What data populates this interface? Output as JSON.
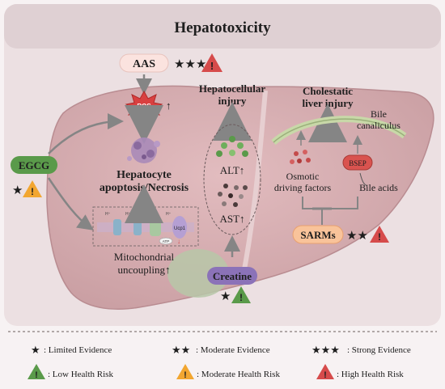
{
  "title": "Hepatotoxicity",
  "aas": {
    "label": "AAS",
    "stars": "★★★",
    "risk": "!"
  },
  "ros": {
    "label": "ROS",
    "arrow": "↑"
  },
  "apoptosis": {
    "line1": "Hepatocyte",
    "line2": "apoptosis/Necrosis"
  },
  "egcg": {
    "label": "EGCG",
    "stars": "★",
    "risk": "!"
  },
  "mito": {
    "line1": "Mitochondrial",
    "line2": "uncoupling↑",
    "ucp_label": "Ucp1",
    "h_label": "H⁺",
    "atp_label": "ATP"
  },
  "hepatocellular": {
    "line1": "Hepatocellular",
    "line2": "injury"
  },
  "alt": "ALT↑",
  "ast": "AST↑",
  "creatine": {
    "label": "Creatine",
    "stars": "★",
    "risk": "!"
  },
  "cholestatic": {
    "line1": "Cholestatic",
    "line2": "liver injury"
  },
  "bile_canaliculus": {
    "line1": "Bile",
    "line2": "canaliculus"
  },
  "osmotic": {
    "line1": "Osmotic",
    "line2": "driving factors"
  },
  "bsep": "BSEP",
  "bile_acids": "Bile acids",
  "sarms": {
    "label": "SARMs",
    "stars": "★★",
    "risk": "!"
  },
  "legend": {
    "limited": {
      "stars": "★",
      "text": ": Limited Evidence"
    },
    "moderate": {
      "stars": "★★",
      "text": ": Moderate Evidence"
    },
    "strong": {
      "stars": "★★★",
      "text": ": Strong Evidence"
    },
    "low_risk": {
      "symbol": "!",
      "text": ": Low Health Risk"
    },
    "moderate_risk": {
      "symbol": "!",
      "text": ": Moderate Health Risk"
    },
    "high_risk": {
      "symbol": "!",
      "text": ": High Health Risk"
    }
  },
  "colors": {
    "liver": "#d9b0b3",
    "liver_dark": "#c79da1",
    "panel": "#eee2e4",
    "green": "#5a9a4a",
    "orange": "#f2a630",
    "red": "#d64b4b",
    "arrow": "#858585"
  }
}
